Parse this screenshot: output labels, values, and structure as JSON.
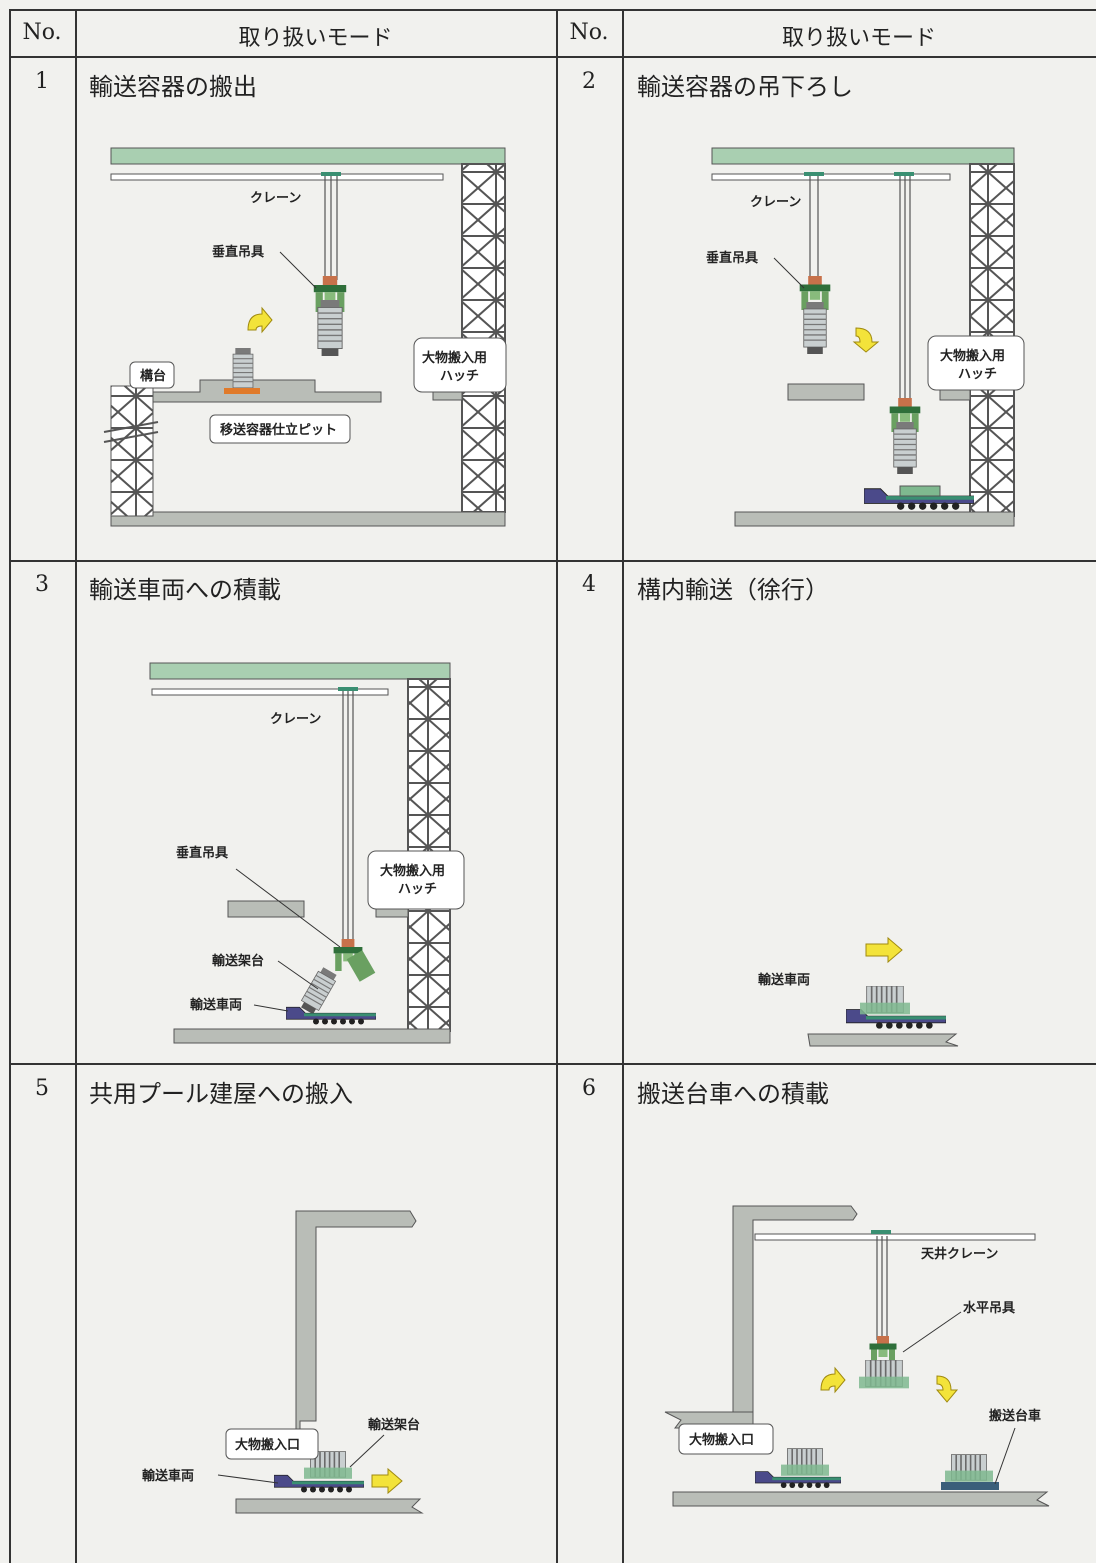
{
  "header": {
    "no_label": "No.",
    "mode_label": "取り扱いモード"
  },
  "rows": [
    {
      "no": "1",
      "title": "輸送容器の搬出",
      "labels": {
        "crane": "クレーン",
        "hook": "垂直吊具",
        "stand": "構台",
        "pit": "移送容器仕立ピット",
        "hatch1": "大物搬入用",
        "hatch2": "ハッチ"
      }
    },
    {
      "no": "2",
      "title": "輸送容器の吊下ろし",
      "labels": {
        "crane": "クレーン",
        "hook": "垂直吊具",
        "hatch1": "大物搬入用",
        "hatch2": "ハッチ"
      }
    },
    {
      "no": "3",
      "title": "輸送車両への積載",
      "labels": {
        "crane": "クレーン",
        "hook": "垂直吊具",
        "frame": "輸送架台",
        "vehicle": "輸送車両",
        "hatch1": "大物搬入用",
        "hatch2": "ハッチ"
      }
    },
    {
      "no": "4",
      "title": "構内輸送（徐行）",
      "labels": {
        "vehicle": "輸送車両"
      }
    },
    {
      "no": "5",
      "title": "共用プール建屋への搬入",
      "labels": {
        "entrance": "大物搬入口",
        "frame": "輸送架台",
        "vehicle": "輸送車両"
      }
    },
    {
      "no": "6",
      "title": "搬送台車への積載",
      "labels": {
        "crane": "天井クレーン",
        "hook": "水平吊具",
        "entrance": "大物搬入口",
        "cart": "搬送台車"
      }
    }
  ],
  "colors": {
    "beam": "#a9cfb1",
    "concrete": "#b9bdb7",
    "tower": "#ffffff",
    "container": "#9fbfa7",
    "arrow": "#f3e33a",
    "vehicle": "#4b4a8a",
    "hook": "#6a9e5a",
    "pit_item": "#e07a2a"
  }
}
